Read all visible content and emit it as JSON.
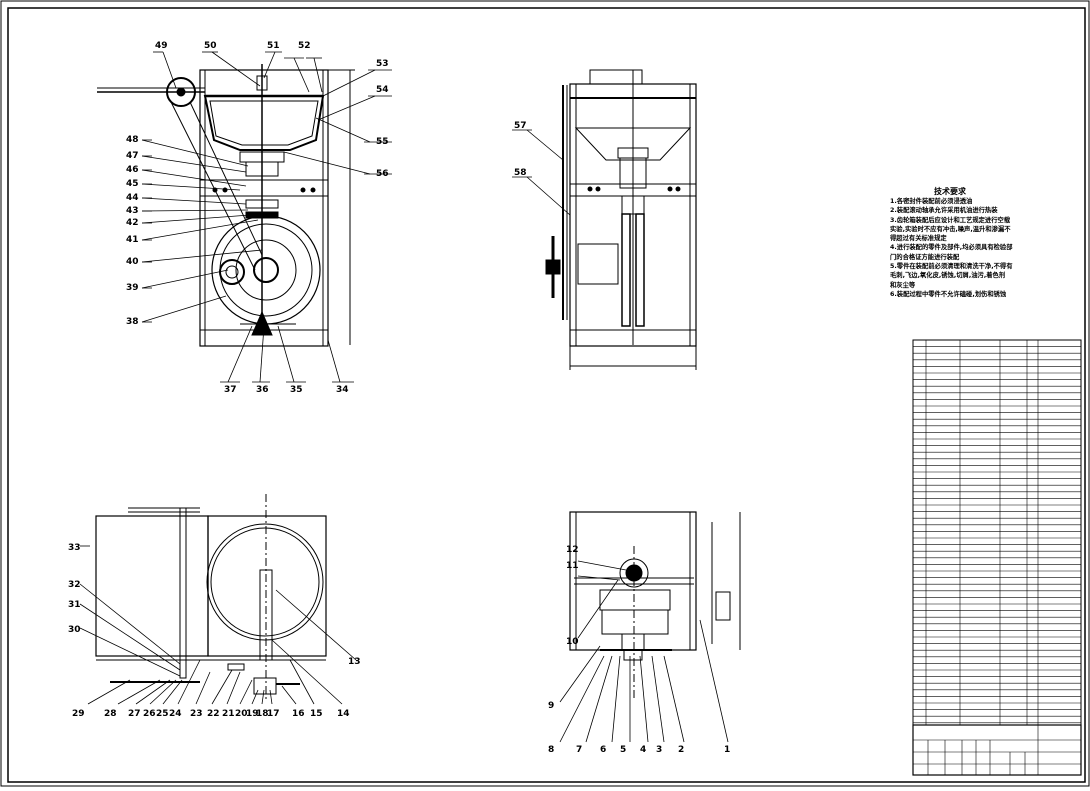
{
  "drawing": {
    "front_view_labels": [
      "49",
      "50",
      "51",
      "52",
      "53",
      "54",
      "55",
      "56",
      "48",
      "47",
      "46",
      "45",
      "44",
      "43",
      "42",
      "41",
      "40",
      "39",
      "38",
      "37",
      "36",
      "35",
      "34"
    ],
    "side_view_labels": [
      "57",
      "58"
    ],
    "plan_view_labels": [
      "33",
      "32",
      "31",
      "30",
      "29",
      "28",
      "27",
      "26",
      "25",
      "24",
      "23",
      "22",
      "21",
      "20",
      "19",
      "18",
      "17",
      "16",
      "15",
      "14",
      "13"
    ],
    "right_plan_labels": [
      "12",
      "11",
      "10",
      "9",
      "8",
      "7",
      "6",
      "5",
      "4",
      "3",
      "2",
      "1"
    ]
  },
  "tech_notes": {
    "title": "技术要求",
    "lines": [
      "1.各密封件装配前必须浸透油",
      "2.装配滚动轴承允许采用机油进行热装",
      "3.齿轮箱装配后应设计和工艺规定进行空载",
      "实验,实验时不应有冲击,噪声,温升和渗漏不",
      "得超过有关标准规定",
      "4.进行装配的零件及部件,均必须具有检验部",
      "门的合格证方能进行装配",
      "5.零件在装配前必须清理和清洗干净,不得有",
      "毛刺,飞边,氧化皮,锈蚀,切屑,油污,着色剂",
      "和灰尘等",
      "6.装配过程中零件不允许磕碰,划伤和锈蚀"
    ]
  },
  "colors": {
    "line": "#000000",
    "paper": "#ffffff"
  }
}
